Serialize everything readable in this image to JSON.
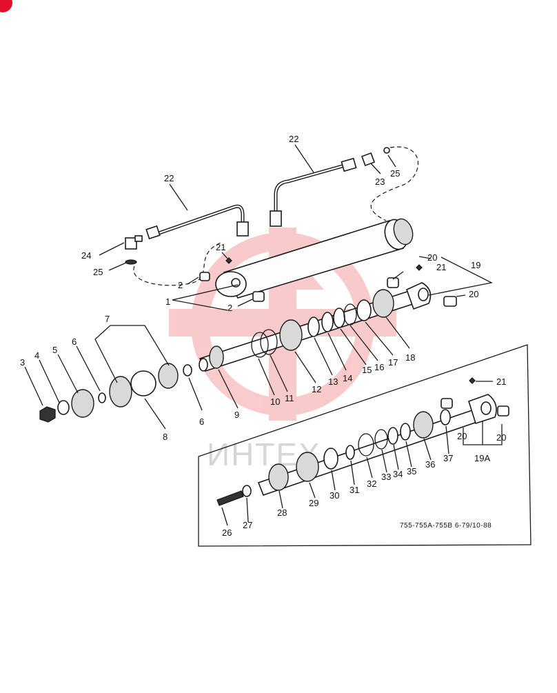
{
  "watermark_text": "ИНТЕХ",
  "drawing_reference": "755-755A-755B 6-79/10-88",
  "callouts": {
    "c1": "1",
    "c2a": "2",
    "c2b": "2",
    "c3": "3",
    "c4": "4",
    "c5": "5",
    "c6a": "6",
    "c6b": "6",
    "c7": "7",
    "c8": "8",
    "c9": "9",
    "c10": "10",
    "c11": "11",
    "c12": "12",
    "c13": "13",
    "c14": "14",
    "c15": "15",
    "c16": "16",
    "c17": "17",
    "c18": "18",
    "c19": "19",
    "c19a": "19A",
    "c20a": "20",
    "c20b": "20",
    "c20c": "20",
    "c20d": "20",
    "c21a": "21",
    "c21b": "21",
    "c21c": "21",
    "c22a": "22",
    "c22b": "22",
    "c23": "23",
    "c24": "24",
    "c25a": "25",
    "c25b": "25",
    "c26": "26",
    "c27": "27",
    "c28": "28",
    "c29": "29",
    "c30": "30",
    "c31": "31",
    "c32": "32",
    "c33": "33",
    "c34": "34",
    "c35": "35",
    "c36": "36",
    "c37": "37"
  }
}
